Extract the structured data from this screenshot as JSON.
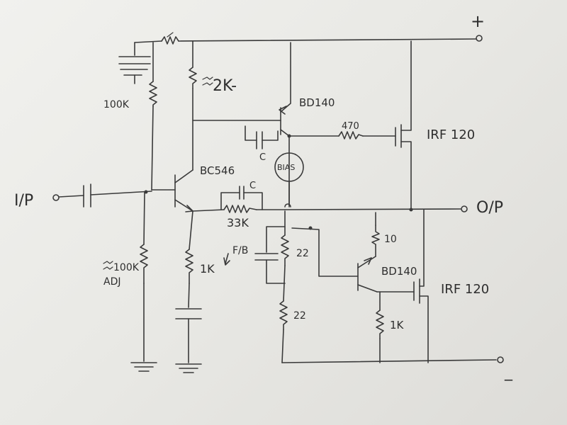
{
  "labels": {
    "input": "I/P",
    "output": "O/P",
    "plus": "+",
    "minus": "_",
    "r_top_bias": "100K",
    "r_collector": "2K-",
    "r_bias_adj": "100K",
    "adj": "ADJ",
    "q_input": "BC546",
    "q_driver_top": "BD140",
    "r_gate": "470",
    "mosfet_top": "IRF 120",
    "bias": "BIAS",
    "cap_c1": "C",
    "cap_c2": "C",
    "r_feedback": "33K",
    "r_emitter": "1K",
    "feedback": "F/B",
    "r_22_upper": "22",
    "r_22_lower": "22",
    "r_10": "10",
    "q_driver_bottom": "BD140",
    "mosfet_bottom": "IRF 120",
    "r_1k_bottom": "1K"
  },
  "colors": {
    "paper": "#eeeeea",
    "ink": "#3a3a3a"
  }
}
